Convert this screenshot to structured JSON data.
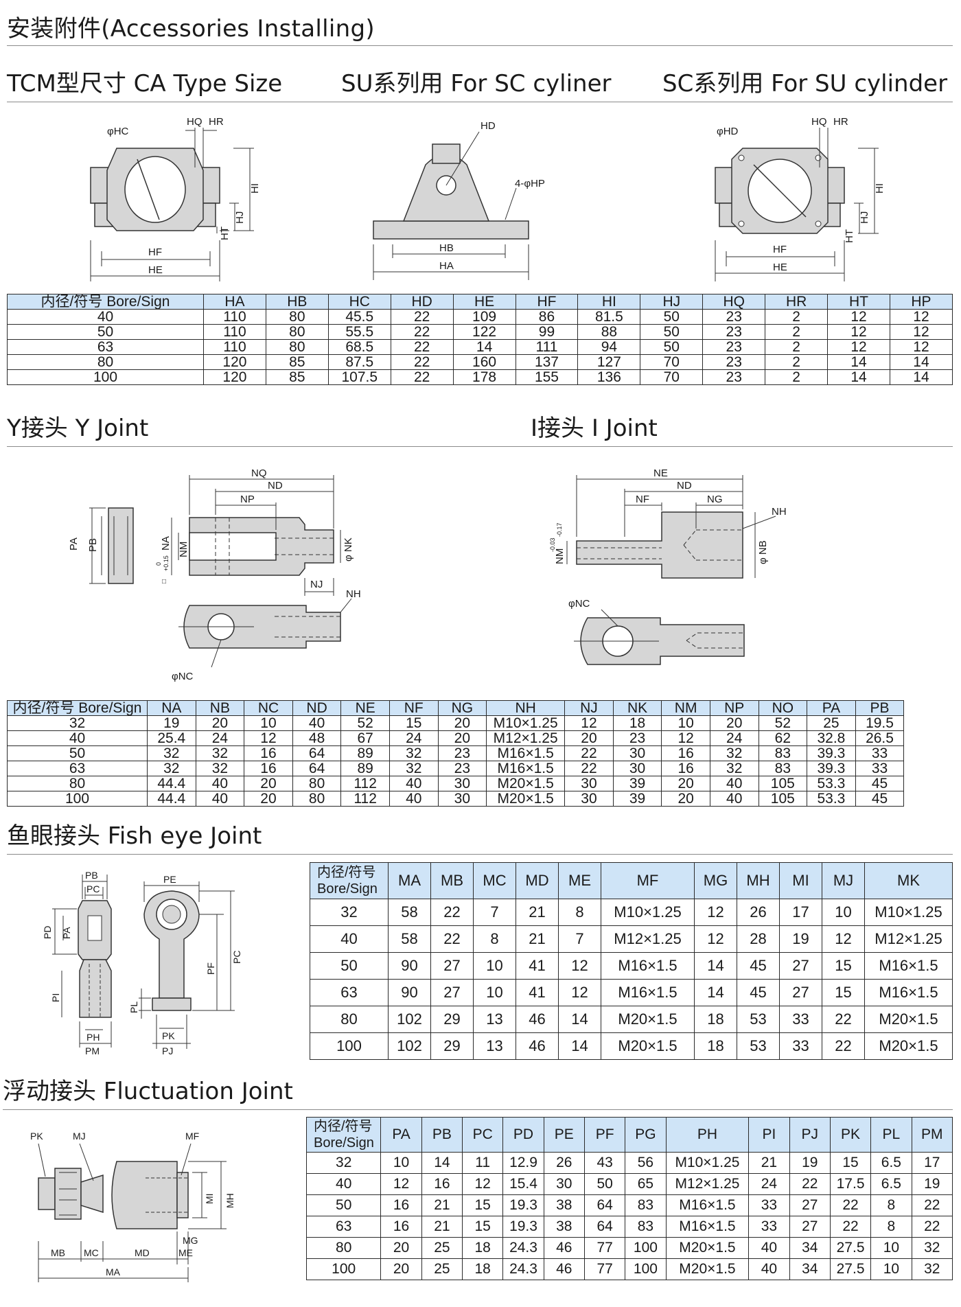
{
  "header": {
    "title": "安装附件(Accessories Installing)"
  },
  "section1": {
    "titles": [
      "TCM型尺寸 CA Type Size",
      "SU系列用 For SC cyliner",
      "SC系列用 For SU cylinder"
    ],
    "diagram_labels": {
      "ca": [
        "φHC",
        "HQ",
        "HR",
        "HI",
        "HJ",
        "HT",
        "HF",
        "HE"
      ],
      "su": [
        "HD",
        "4-φHP",
        "HB",
        "HA"
      ],
      "sc": [
        "φHD",
        "HQ",
        "HR",
        "HI",
        "HJ",
        "HT",
        "HF",
        "HE"
      ]
    },
    "table": {
      "headers": [
        "内径/符号 Bore/Sign",
        "HA",
        "HB",
        "HC",
        "HD",
        "HE",
        "HF",
        "HI",
        "HJ",
        "HQ",
        "HR",
        "HT",
        "HP"
      ],
      "rows": [
        [
          "40",
          "110",
          "80",
          "45.5",
          "22",
          "109",
          "86",
          "81.5",
          "50",
          "23",
          "2",
          "12",
          "12"
        ],
        [
          "50",
          "110",
          "80",
          "55.5",
          "22",
          "122",
          "99",
          "88",
          "50",
          "23",
          "2",
          "12",
          "12"
        ],
        [
          "63",
          "110",
          "80",
          "68.5",
          "22",
          "14",
          "111",
          "94",
          "50",
          "23",
          "2",
          "12",
          "12"
        ],
        [
          "80",
          "120",
          "85",
          "87.5",
          "22",
          "160",
          "137",
          "127",
          "70",
          "23",
          "2",
          "14",
          "14"
        ],
        [
          "100",
          "120",
          "85",
          "107.5",
          "22",
          "178",
          "155",
          "136",
          "70",
          "23",
          "2",
          "14",
          "14"
        ]
      ]
    }
  },
  "section2": {
    "titles": [
      "Y接头 Y Joint",
      "I接头 I Joint"
    ],
    "diagram_labels": {
      "y": [
        "NQ",
        "ND",
        "NP",
        "PA",
        "PB",
        "NA",
        "NM",
        "+0.15",
        "0",
        "φ NK",
        "NJ",
        "NH",
        "φNC",
        "□"
      ],
      "i": [
        "NE",
        "ND",
        "NF",
        "NG",
        "NH",
        "NM",
        "-0.03",
        "-0.17",
        "φ NB",
        "φNC"
      ]
    },
    "table": {
      "headers": [
        "内径/符号 Bore/Sign",
        "NA",
        "NB",
        "NC",
        "ND",
        "NE",
        "NF",
        "NG",
        "NH",
        "NJ",
        "NK",
        "NM",
        "NP",
        "NO",
        "PA",
        "PB"
      ],
      "rows": [
        [
          "32",
          "19",
          "20",
          "10",
          "40",
          "52",
          "15",
          "20",
          "M10×1.25",
          "12",
          "18",
          "10",
          "20",
          "52",
          "25",
          "19.5"
        ],
        [
          "40",
          "25.4",
          "24",
          "12",
          "48",
          "67",
          "24",
          "20",
          "M12×1.25",
          "20",
          "23",
          "12",
          "24",
          "62",
          "32.8",
          "26.5"
        ],
        [
          "50",
          "32",
          "32",
          "16",
          "64",
          "89",
          "32",
          "23",
          "M16×1.5",
          "22",
          "30",
          "16",
          "32",
          "83",
          "39.3",
          "33"
        ],
        [
          "63",
          "32",
          "32",
          "16",
          "64",
          "89",
          "32",
          "23",
          "M16×1.5",
          "22",
          "30",
          "16",
          "32",
          "83",
          "39.3",
          "33"
        ],
        [
          "80",
          "44.4",
          "40",
          "20",
          "80",
          "112",
          "40",
          "30",
          "M20×1.5",
          "30",
          "39",
          "20",
          "40",
          "105",
          "53.3",
          "45"
        ],
        [
          "100",
          "44.4",
          "40",
          "20",
          "80",
          "112",
          "40",
          "30",
          "M20×1.5",
          "30",
          "39",
          "20",
          "40",
          "105",
          "53.3",
          "45"
        ]
      ]
    }
  },
  "section3": {
    "title": "鱼眼接头 Fish eye Joint",
    "diagram_labels": [
      "PB",
      "PC",
      "PD",
      "PA",
      "PI",
      "PH",
      "PM",
      "PE",
      "PF",
      "PC",
      "PL",
      "PK",
      "PJ"
    ],
    "table": {
      "header_sign_line1": "内径/符号",
      "header_sign_line2": "Bore/Sign",
      "headers": [
        "MA",
        "MB",
        "MC",
        "MD",
        "ME",
        "MF",
        "MG",
        "MH",
        "MI",
        "MJ",
        "MK"
      ],
      "rows": [
        [
          "32",
          "58",
          "22",
          "7",
          "21",
          "8",
          "M10×1.25",
          "12",
          "26",
          "17",
          "10",
          "M10×1.25"
        ],
        [
          "40",
          "58",
          "22",
          "8",
          "21",
          "7",
          "M12×1.25",
          "12",
          "28",
          "19",
          "12",
          "M12×1.25"
        ],
        [
          "50",
          "90",
          "27",
          "10",
          "41",
          "12",
          "M16×1.5",
          "14",
          "45",
          "27",
          "15",
          "M16×1.5"
        ],
        [
          "63",
          "90",
          "27",
          "10",
          "41",
          "12",
          "M16×1.5",
          "14",
          "45",
          "27",
          "15",
          "M16×1.5"
        ],
        [
          "80",
          "102",
          "29",
          "13",
          "46",
          "14",
          "M20×1.5",
          "18",
          "53",
          "33",
          "22",
          "M20×1.5"
        ],
        [
          "100",
          "102",
          "29",
          "13",
          "46",
          "14",
          "M20×1.5",
          "18",
          "53",
          "33",
          "22",
          "M20×1.5"
        ]
      ]
    }
  },
  "section4": {
    "title": "浮动接头 Fluctuation Joint",
    "diagram_labels": [
      "PK",
      "MJ",
      "MF",
      "MI",
      "MH",
      "MG",
      "MB",
      "MC",
      "MD",
      "ME",
      "MA"
    ],
    "table": {
      "header_sign_line1": "内径/符号",
      "header_sign_line2": "Bore/Sign",
      "headers": [
        "PA",
        "PB",
        "PC",
        "PD",
        "PE",
        "PF",
        "PG",
        "PH",
        "PI",
        "PJ",
        "PK",
        "PL",
        "PM"
      ],
      "rows": [
        [
          "32",
          "10",
          "14",
          "11",
          "12.9",
          "26",
          "43",
          "56",
          "M10×1.25",
          "21",
          "19",
          "15",
          "6.5",
          "17"
        ],
        [
          "40",
          "12",
          "16",
          "12",
          "15.4",
          "30",
          "50",
          "65",
          "M12×1.25",
          "24",
          "22",
          "17.5",
          "6.5",
          "19"
        ],
        [
          "50",
          "16",
          "21",
          "15",
          "19.3",
          "38",
          "64",
          "83",
          "M16×1.5",
          "33",
          "27",
          "22",
          "8",
          "22"
        ],
        [
          "63",
          "16",
          "21",
          "15",
          "19.3",
          "38",
          "64",
          "83",
          "M16×1.5",
          "33",
          "27",
          "22",
          "8",
          "22"
        ],
        [
          "80",
          "20",
          "25",
          "18",
          "24.3",
          "46",
          "77",
          "100",
          "M20×1.5",
          "40",
          "34",
          "27.5",
          "10",
          "32"
        ],
        [
          "100",
          "20",
          "25",
          "18",
          "24.3",
          "46",
          "77",
          "100",
          "M20×1.5",
          "40",
          "34",
          "27.5",
          "10",
          "32"
        ]
      ]
    }
  }
}
